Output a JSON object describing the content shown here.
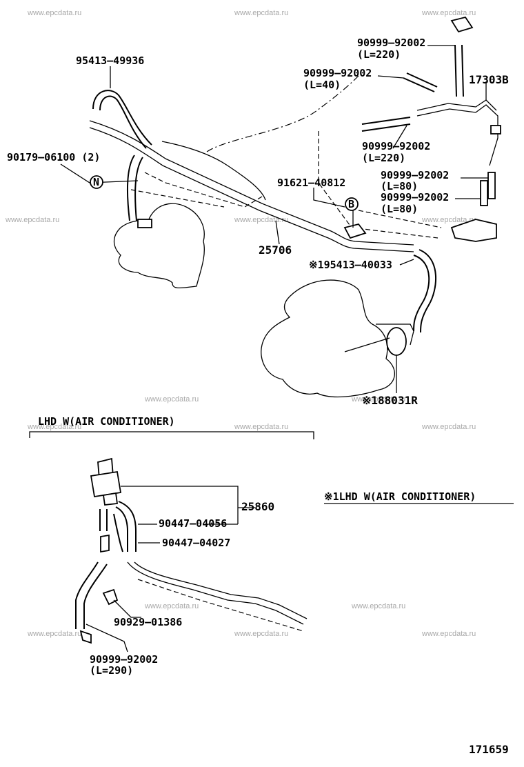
{
  "watermark": "www.epcdata.ru",
  "labels": {
    "p95413_49936": "95413‒49936",
    "p90179_06100": "90179‒06100 (2)",
    "p90999_220_top_num": "90999‒92002",
    "p90999_220_top_len": "(L=220)",
    "p90999_40_num": "90999‒92002",
    "p90999_40_len": "(L=40)",
    "p17303B": "17303B",
    "p90999_220_mid_num": "90999‒92002",
    "p90999_220_mid_len": "(L=220)",
    "p91621_40812": "91621‒40812",
    "p90999_80a_num": "90999‒92002",
    "p90999_80a_len": "(L=80)",
    "p90999_80b_num": "90999‒92002",
    "p90999_80b_len": "(L=80)",
    "p25706": "25706",
    "p195413_40033": "※195413‒40033",
    "p188031R": "※188031R",
    "section_lhd": "LHD W(AIR CONDITIONER)",
    "section_note": "※1LHD W(AIR CONDITIONER)",
    "p25860": "25860",
    "p90447_04056": "90447‒04056",
    "p90447_04027": "90447‒04027",
    "p90929_01386": "90929‒01386",
    "p90999_290_num": "90999‒92002",
    "p90999_290_len": "(L=290)",
    "circle_n": "N",
    "circle_b": "B",
    "page_number": "171659"
  }
}
